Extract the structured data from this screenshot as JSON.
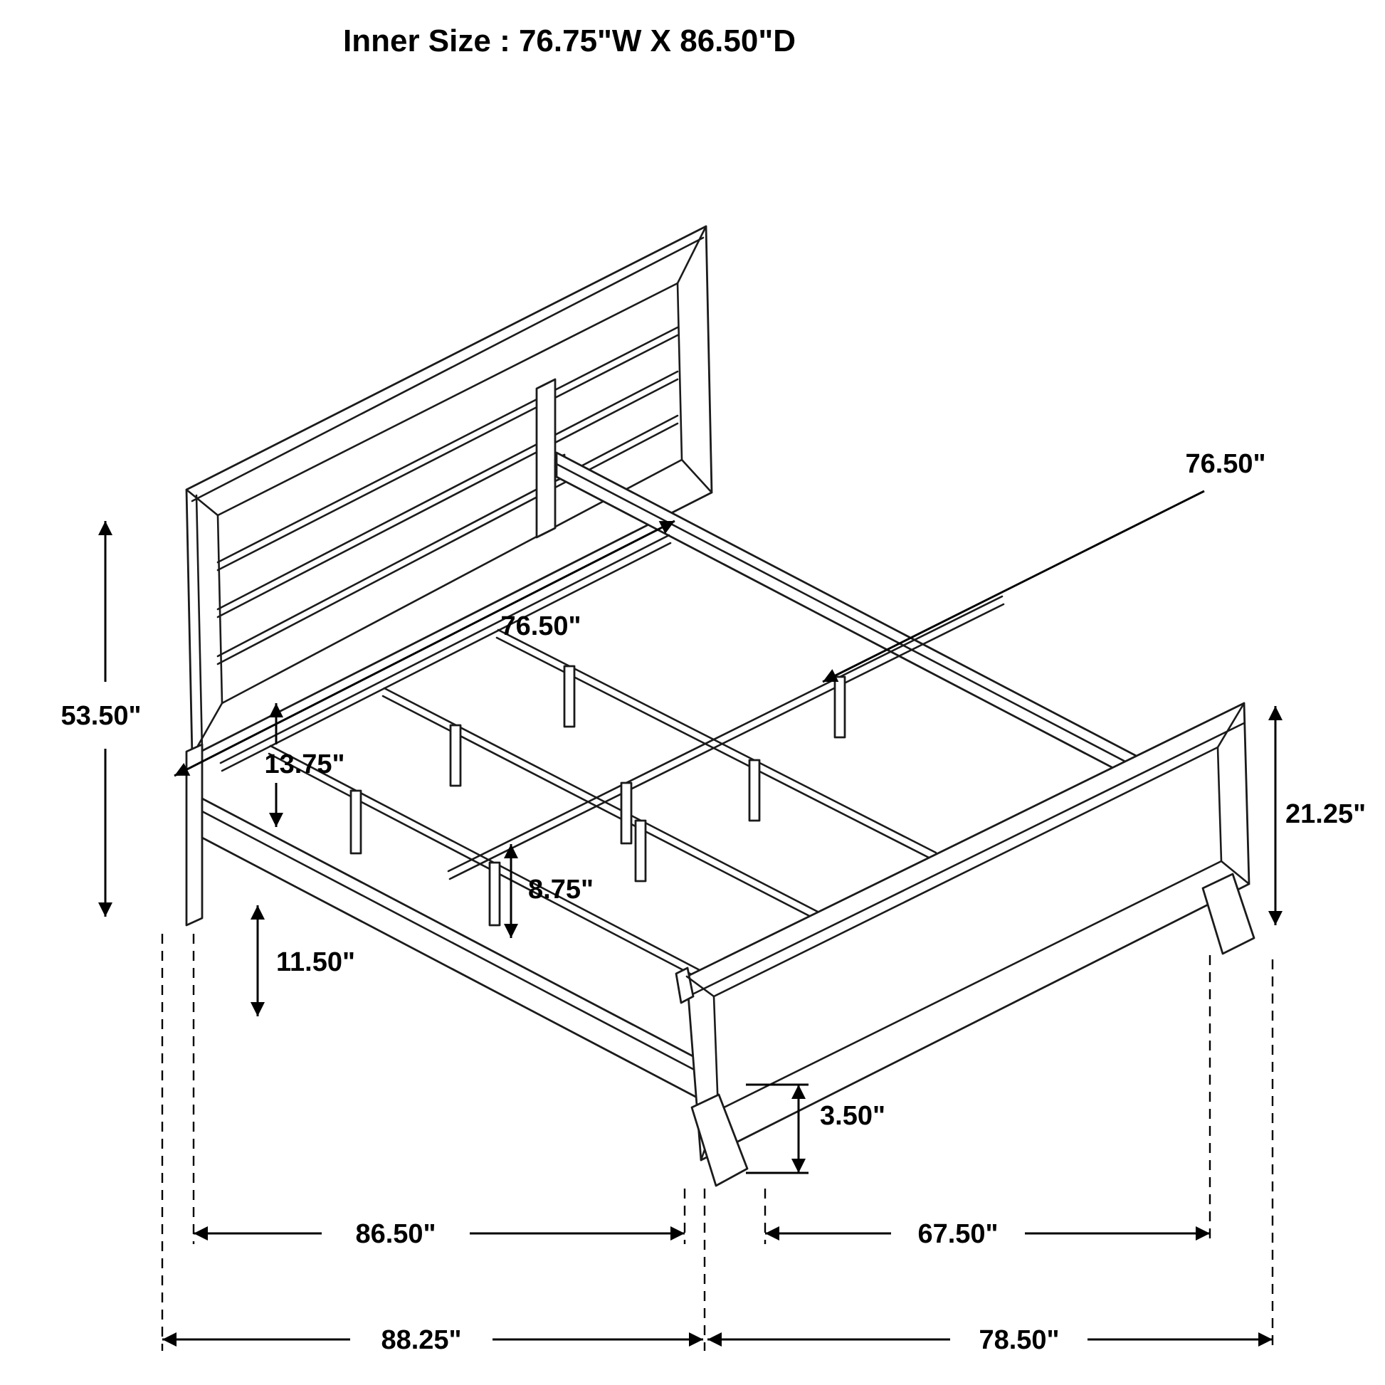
{
  "title": "Inner Size : 76.75\"W X 86.50\"D",
  "dimensions": {
    "center_rail_width": "76.50\"",
    "headboard_inner_width": "76.50\"",
    "headboard_height": "53.50\"",
    "headboard_clearance": "13.75\"",
    "rail_floor_clearance": "11.50\"",
    "support_leg_height": "8.75\"",
    "footboard_height": "21.25\"",
    "foot_height": "3.50\"",
    "side_rail_length": "86.50\"",
    "footboard_inner_width": "67.50\"",
    "overall_depth": "88.25\"",
    "overall_width": "78.50\""
  }
}
